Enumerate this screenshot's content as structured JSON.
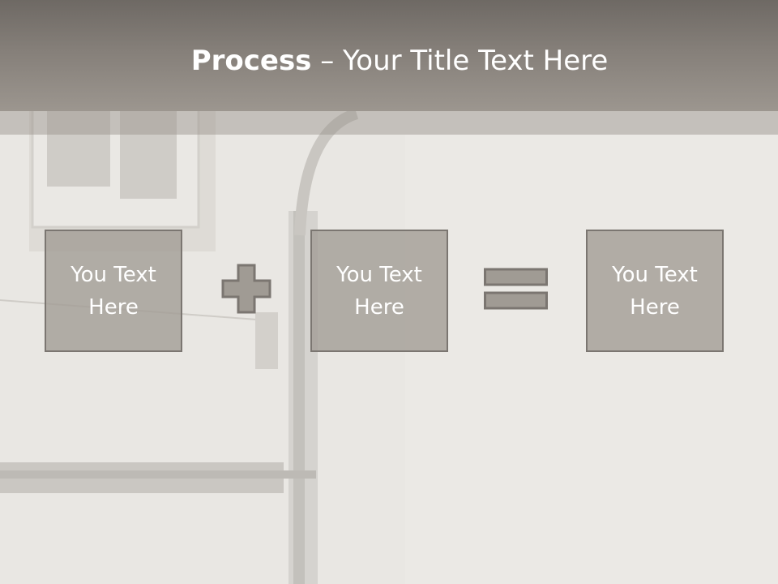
{
  "slide": {
    "title_bold": "Process",
    "title_rest": " – Your Title Text Here",
    "boxes": [
      {
        "text": "You Text Here"
      },
      {
        "text": "You Text Here"
      },
      {
        "text": "You Text Here"
      }
    ],
    "operators": [
      "plus-icon",
      "equals-icon"
    ],
    "colors": {
      "title_bar": "#857f79",
      "box_fill": "#a09b94",
      "box_border": "#7b7671",
      "text": "#ffffff"
    }
  }
}
